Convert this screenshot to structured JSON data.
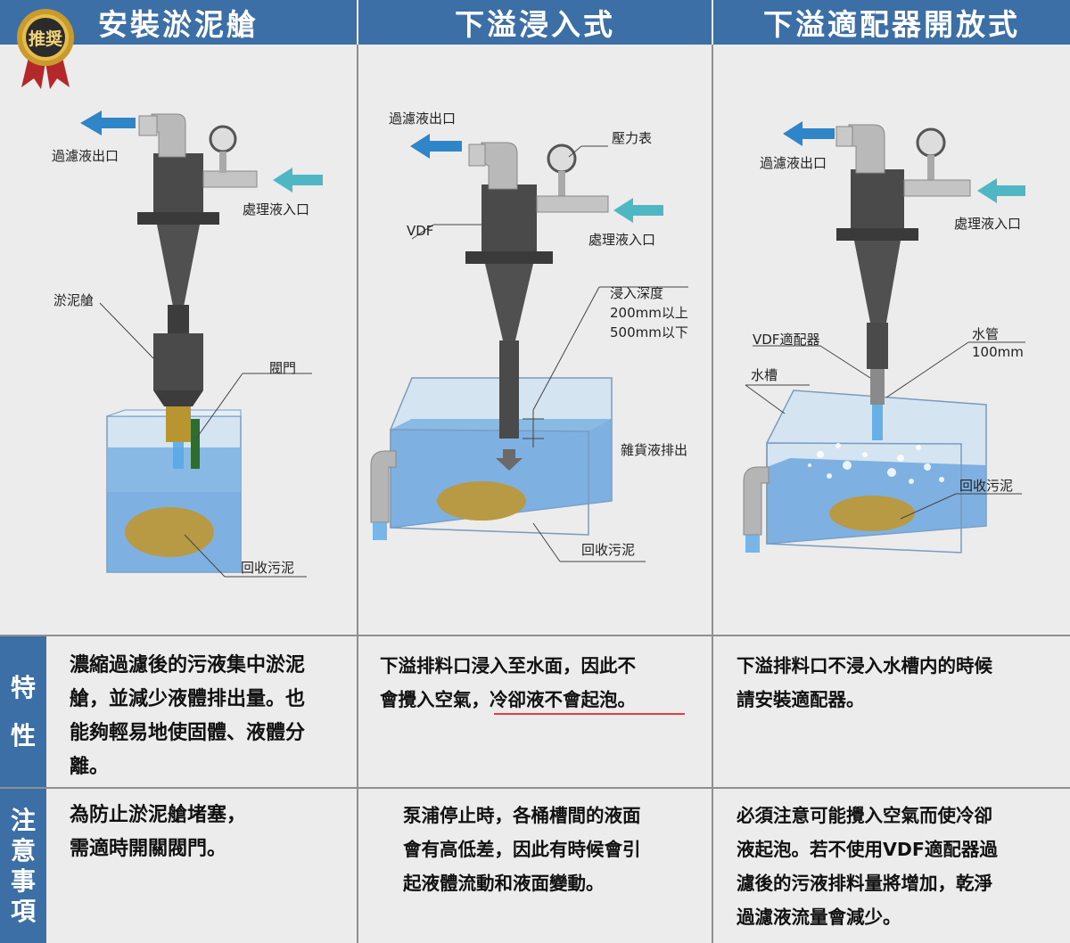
{
  "headers": [
    "安裝淤泥艙",
    "下溢浸入式",
    "下溢適配器開放式"
  ],
  "badge": "推奨",
  "row_labels": {
    "features": [
      "特",
      "性"
    ],
    "notes": [
      "注",
      "意",
      "事",
      "項"
    ]
  },
  "panel1": {
    "labels": {
      "outlet": "過濾液出口",
      "inlet": "處理液入口",
      "tank": "淤泥艙",
      "valve": "閥門",
      "sludge": "回收污泥"
    },
    "feature": "濃縮過濾後的污液集中淤泥\n艙，並減少液體排出量。也\n能夠輕易地使固體、液體分\n離。",
    "note": "為防止淤泥艙堵塞，\n需適時開關閥門。"
  },
  "panel2": {
    "labels": {
      "outlet": "過濾液出口",
      "gauge": "壓力表",
      "vdf": "VDF",
      "inlet": "處理液入口",
      "depth1": "浸入深度",
      "depth2": "200mm以上",
      "depth3": "500mm以下",
      "discharge": "雜貨液排出",
      "sludge": "回收污泥"
    },
    "feature": "下溢排料口浸入至水面，因此不\n會攪入空氣，冷卻液不會起泡。",
    "note": "泵浦停止時，各桶槽間的液面\n會有高低差，因此有時候會引\n起液體流動和液面變動。"
  },
  "panel3": {
    "labels": {
      "outlet": "過濾液出口",
      "inlet": "處理液入口",
      "adapter": "VDF適配器",
      "pipe1": "水管",
      "pipe2": "100mm",
      "tank": "水槽",
      "sludge": "回收污泥"
    },
    "feature": "下溢排料口不浸入水槽内的時候\n請安裝適配器。",
    "note": "必須注意可能攪入空氣而使冷卻\n液起泡。若不使用VDF適配器過\n濾後的污液排料量將增加，乾淨\n過濾液流量會減少。"
  },
  "colors": {
    "header": "#3c6fa6",
    "arrow": "#2e86c8",
    "arrow_in": "#4fb7c4",
    "water": "#7fb3e0",
    "sludge": "#b89a45"
  }
}
